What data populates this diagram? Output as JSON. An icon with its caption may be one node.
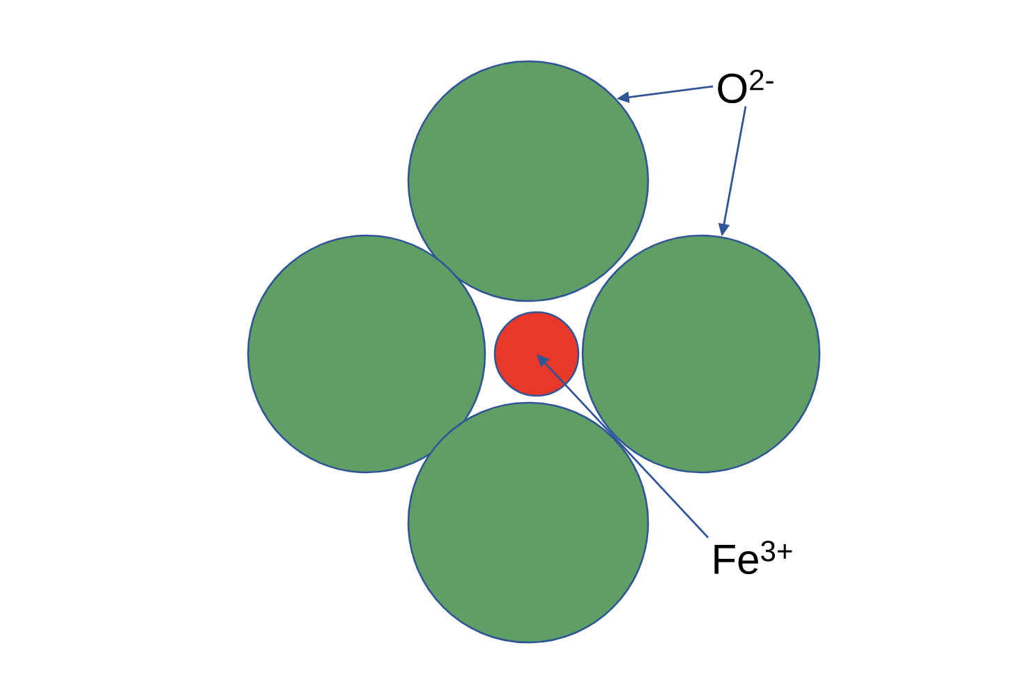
{
  "diagram": {
    "nodes": [
      {
        "text": [],
        "shape": "circle"
      },
      {
        "text": [],
        "shape": "circle"
      },
      {
        "text": [],
        "shape": "circle"
      },
      {
        "text": [],
        "shape": "circle"
      },
      {
        "text": [],
        "shape": "circle"
      },
      {
        "text": [
          "O$^{2-}$"
        ]
      },
      {
        "text": [
          "Fe$^{3+}$"
        ]
      }
    ],
    "edges": [
      {
        "from": 5,
        "to": 0,
        "arrow": "to"
      },
      {
        "from": 5,
        "to": 2,
        "arrow": "to"
      },
      {
        "from": 6,
        "to": 4,
        "arrow": "to"
      }
    ]
  }
}
